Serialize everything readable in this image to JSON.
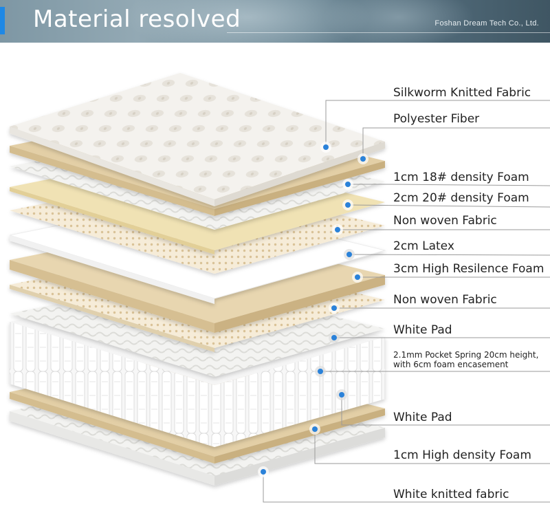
{
  "header": {
    "title": "Material resolved",
    "company": "Foshan Dream Tech Co., Ltd."
  },
  "layers": [
    "Silkworm Knitted Fabric",
    "Polyester Fiber",
    "1cm 18# density Foam",
    "2cm 20# density Foam",
    "Non woven Fabric",
    "2cm Latex",
    "3cm High Resilence Foam",
    "Non woven Fabric",
    "White Pad",
    "2.1mm Pocket Spring 20cm height, with 6cm foam encasement",
    "White Pad",
    "1cm High density Foam",
    "White knitted fabric"
  ],
  "colors": {
    "accent": "#1e88e5",
    "beige": "#e3cfa6",
    "yellow": "#f0e2b4",
    "dot": "#2b82d9"
  }
}
